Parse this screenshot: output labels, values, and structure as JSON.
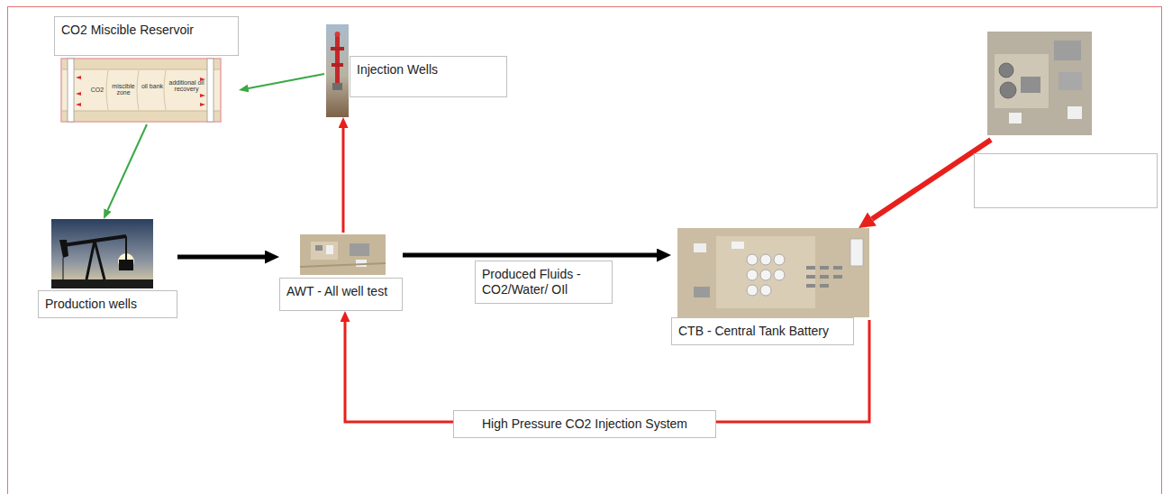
{
  "diagram": {
    "nodes": [
      {
        "text": [
          "CO2 Miscible Reservoir"
        ]
      },
      {
        "text": [
          "Injection Wells"
        ]
      },
      {
        "text": [
          "Production wells"
        ]
      },
      {
        "text": [
          "AWT - All well test"
        ]
      },
      {
        "text": [
          "CTB - Central Tank Battery"
        ]
      },
      {
        "text": []
      }
    ],
    "edges": [
      {
        "from": 1,
        "to": 0,
        "arrow": "to"
      },
      {
        "from": 0,
        "to": 2,
        "arrow": "to"
      },
      {
        "from": 2,
        "to": 3,
        "arrow": "to"
      },
      {
        "from": 3,
        "to": 4,
        "label": "Produced Fluids - CO2/Water/ OIl",
        "arrow": "to"
      },
      {
        "from": 3,
        "to": 1,
        "arrow": "to"
      },
      {
        "from": 5,
        "to": 4,
        "arrow": "to"
      },
      {
        "from": 4,
        "to": 3,
        "label": "High Pressure CO2 Injection System",
        "arrow": "to"
      }
    ],
    "labels": [
      "CO2",
      "miscible zone",
      "oil bank",
      "additional oil recovery"
    ]
  }
}
